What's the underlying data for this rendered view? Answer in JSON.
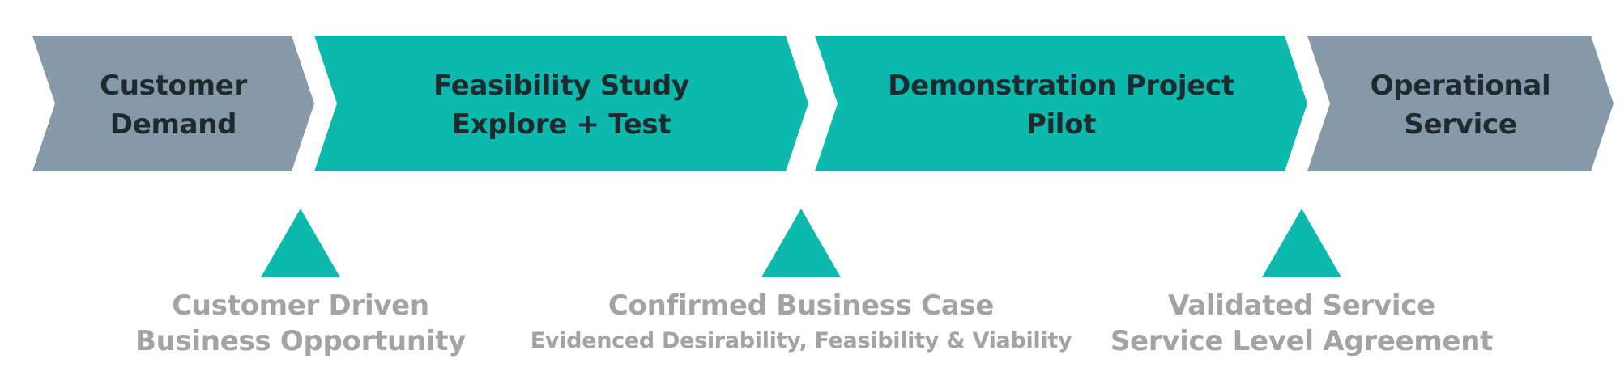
{
  "colors": {
    "stage_gray": "#8599a8",
    "stage_teal": "#0db8ad",
    "milestone_marker": "#0db8ad",
    "stage_text": "#1e2a2e",
    "milestone_text": "#a3a3a3"
  },
  "stages": [
    {
      "line1": "Customer",
      "line2": "Demand",
      "color": "gray"
    },
    {
      "line1": "Feasibility Study",
      "line2": "Explore + Test",
      "color": "teal"
    },
    {
      "line1": "Demonstration Project",
      "line2": "Pilot",
      "color": "teal"
    },
    {
      "line1": "Operational",
      "line2": "Service",
      "color": "gray"
    }
  ],
  "milestones": [
    {
      "line1": "Customer Driven",
      "line2": "Business Opportunity"
    },
    {
      "line1": "Confirmed Business Case",
      "line2": "Evidenced Desirability, Feasibility & Viability"
    },
    {
      "line1": "Validated Service",
      "line2": "Service Level Agreement"
    }
  ]
}
